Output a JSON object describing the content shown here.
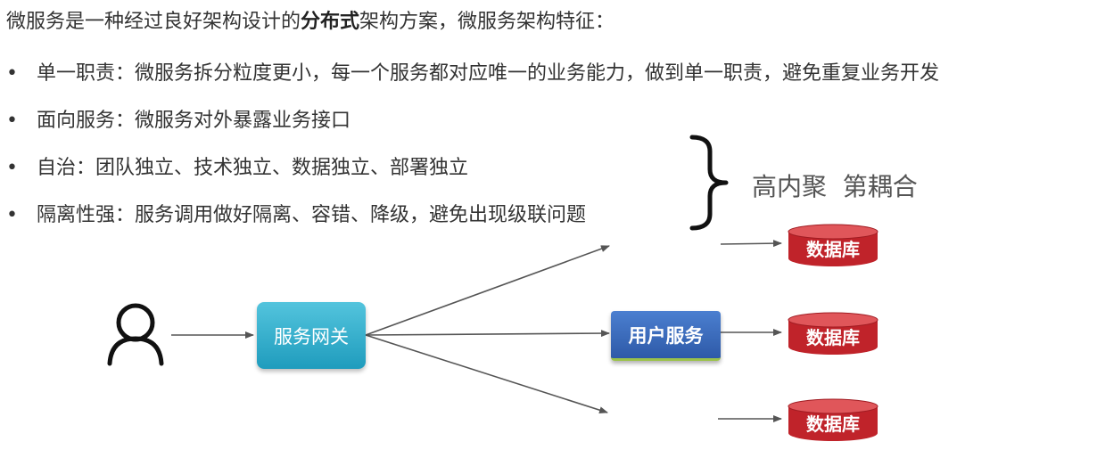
{
  "intro": {
    "prefix": "微服务是一种经过良好架构设计的",
    "bold": "分布式",
    "suffix": "架构方案，微服务架构特征："
  },
  "bullets": [
    {
      "marker": "•",
      "text": "单一职责：微服务拆分粒度更小，每一个服务都对应唯一的业务能力，做到单一职责，避免重复业务开发"
    },
    {
      "marker": "•",
      "text": "面向服务：微服务对外暴露业务接口"
    },
    {
      "marker": "•",
      "text": "自治：团队独立、技术独立、数据独立、部署独立"
    },
    {
      "marker": "•",
      "text": "隔离性强：服务调用做好隔离、容错、降级，避免出现级联问题"
    }
  ],
  "summary": "高内聚  第耦合",
  "diagram": {
    "user_icon": "person-icon",
    "gateway_label": "服务网关",
    "user_service_label": "用户服务",
    "databases": [
      "数据库",
      "数据库",
      "数据库"
    ],
    "colors": {
      "gateway": "#2aa9c9",
      "user_service": "#3a6bbf",
      "database": "#c8262b",
      "arrow": "#555555"
    }
  }
}
